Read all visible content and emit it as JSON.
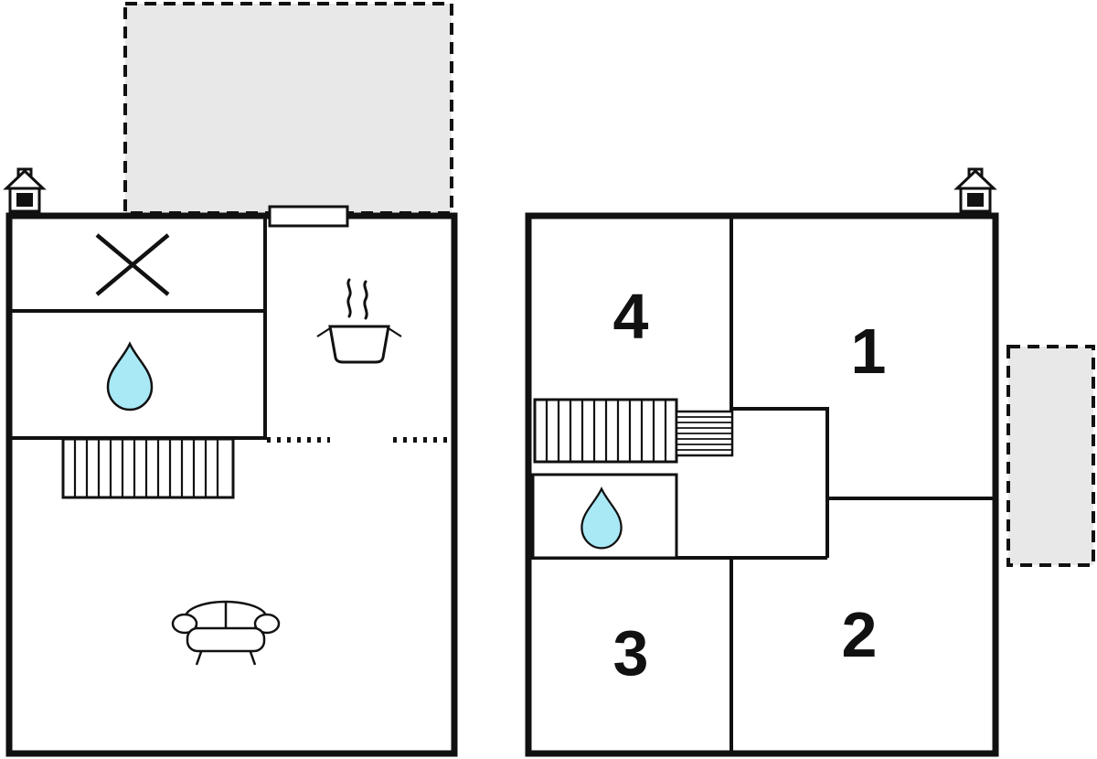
{
  "colors": {
    "wall": "#111111",
    "area_fill": "#e8e8e8",
    "water_fill": "#a9e9f6",
    "background": "#ffffff"
  },
  "ground_floor": {
    "areas": [
      "terrace"
    ],
    "icons": [
      "chimney-icon",
      "x-marker-icon",
      "water-drop-icon",
      "stove-steam-icon",
      "stairs-icon",
      "door-dotted-line",
      "sofa-icon",
      "window-opening"
    ]
  },
  "upper_floor": {
    "rooms": [
      "4",
      "1",
      "3",
      "2"
    ],
    "areas": [
      "balcony"
    ],
    "icons": [
      "chimney-icon",
      "stairs-icon",
      "winder-stairs-icon",
      "water-drop-icon"
    ]
  }
}
